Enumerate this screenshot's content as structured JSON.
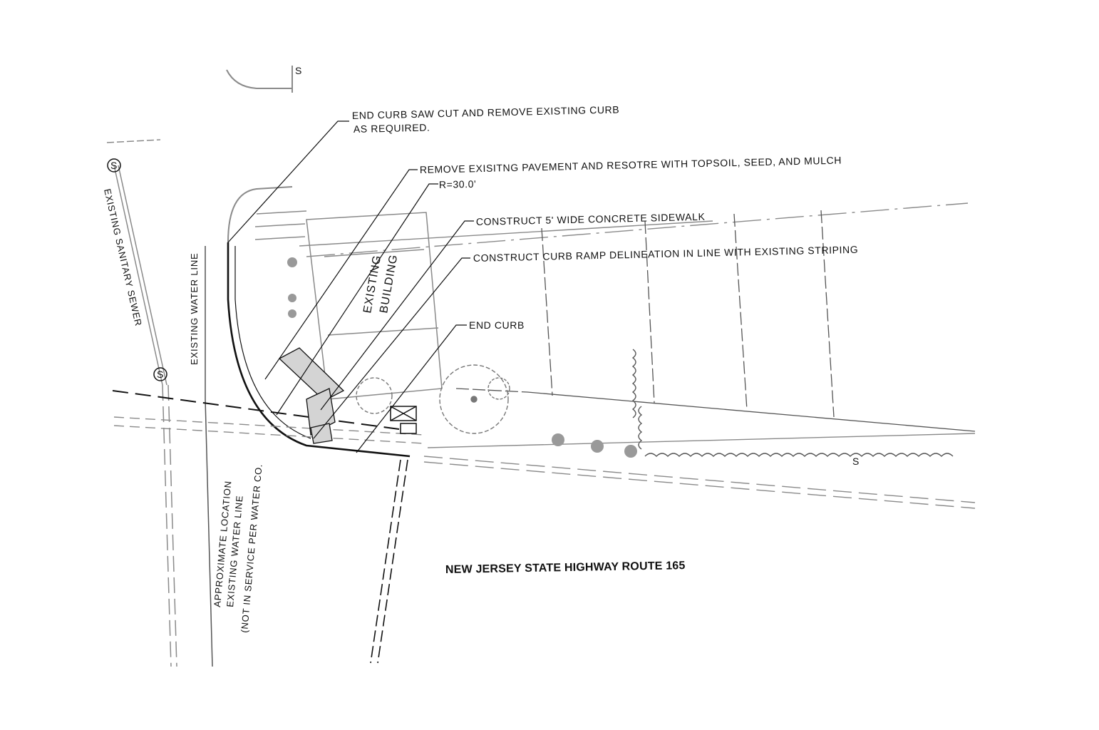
{
  "callouts": {
    "end_curb_saw_cut_line1": "END CURB SAW CUT AND REMOVE EXISTING CURB",
    "end_curb_saw_cut_line2": "AS REQUIRED.",
    "remove_pavement": "REMOVE EXISITNG PAVEMENT AND RESOTRE WITH TOPSOIL, SEED, AND MULCH",
    "radius": "R=30.0'",
    "sidewalk": "CONSTRUCT 5' WIDE CONCRETE SIDEWALK",
    "curb_ramp": "CONSTRUCT CURB RAMP DELINEATION IN LINE WITH EXISTING STRIPING",
    "end_curb": "END CURB"
  },
  "labels": {
    "building_line1": "EXISTING",
    "building_line2": "BUILDING",
    "sanitary_sewer": "EXISTING SANITARY SEWER",
    "water_line": "EXISTING WATER LINE",
    "approx_line1": "APPROXIMATE LOCATION",
    "approx_line2": "EXISTING WATER LINE",
    "approx_line3": "(NOT IN SERVICE PER WATER CO.",
    "highway": "NEW JERSEY STATE HIGHWAY ROUTE 165",
    "s_marker_top": "S",
    "s_marker_right": "S",
    "sewer_manhole_1": "S",
    "sewer_manhole_2": "S"
  },
  "colors": {
    "ink": "#111111",
    "faint": "#8a8a8a",
    "hatch": "#9a9a9a"
  }
}
